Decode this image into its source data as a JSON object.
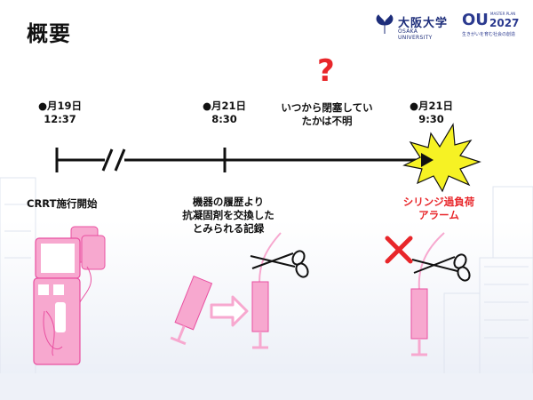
{
  "slide": {
    "title": "概要"
  },
  "logos": {
    "osaka_jp": "大阪大学",
    "osaka_en": "OSAKA UNIVERSITY",
    "ou_text": "OU",
    "ou_year": "2027",
    "ou_master": "MASTER PLAN",
    "ou_tagline": "生きがいを育む社会の創造"
  },
  "timeline": {
    "points": [
      {
        "date": "●月19日",
        "time": "12:37"
      },
      {
        "date": "●月21日",
        "time": "8:30"
      },
      {
        "date": "●月21日",
        "time": "9:30"
      }
    ],
    "unknown_line1": "いつから閉塞してい",
    "unknown_line2": "たかは不明",
    "question_mark": "?"
  },
  "events": {
    "crrt_start": "CRRT施行開始",
    "record_line1": "機器の履歴より",
    "record_line2": "抗凝固剤を交換した",
    "record_line3": "とみられる記録",
    "alarm_line1": "シリンジ過負荷",
    "alarm_line2": "アラーム"
  },
  "colors": {
    "pink": "#f7a8cf",
    "pink_stroke": "#e94fa0",
    "red": "#e8262a",
    "burst_yellow": "#f6f224",
    "navy": "#1d2d7a"
  }
}
